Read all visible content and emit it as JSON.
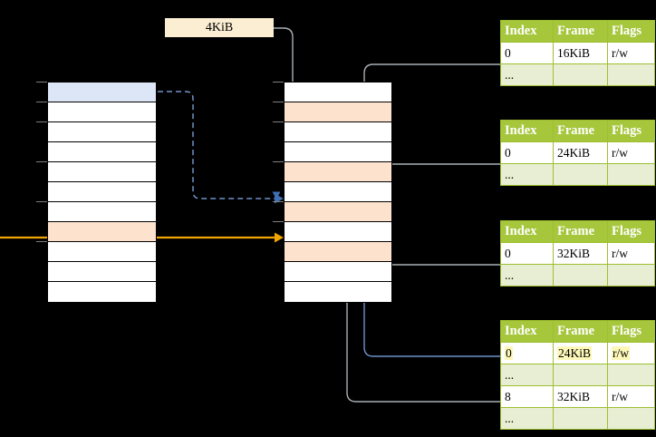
{
  "diagram": {
    "title_label": "4KiB",
    "virtual_column": {
      "name": "virtual-address-space-column",
      "row_count": 11,
      "rows": [
        {
          "index": 0,
          "fill": "blue",
          "label": ""
        },
        {
          "index": 1,
          "fill": "white",
          "label": ""
        },
        {
          "index": 2,
          "fill": "white",
          "label": ""
        },
        {
          "index": 3,
          "fill": "white",
          "label": ""
        },
        {
          "index": 4,
          "fill": "white",
          "label": ""
        },
        {
          "index": 5,
          "fill": "white",
          "label": ""
        },
        {
          "index": 6,
          "fill": "white",
          "label": ""
        },
        {
          "index": 7,
          "fill": "peach",
          "label": ""
        },
        {
          "index": 8,
          "fill": "white",
          "label": ""
        },
        {
          "index": 9,
          "fill": "white",
          "label": ""
        },
        {
          "index": 10,
          "fill": "white",
          "label": ""
        }
      ]
    },
    "physical_column": {
      "name": "physical-memory-column",
      "row_count": 11,
      "rows": [
        {
          "index": 0,
          "fill": "white",
          "label": ""
        },
        {
          "index": 1,
          "fill": "peach",
          "label": ""
        },
        {
          "index": 2,
          "fill": "white",
          "label": ""
        },
        {
          "index": 3,
          "fill": "white",
          "label": ""
        },
        {
          "index": 4,
          "fill": "peach",
          "label": ""
        },
        {
          "index": 5,
          "fill": "white",
          "label": ""
        },
        {
          "index": 6,
          "fill": "peach",
          "label": ""
        },
        {
          "index": 7,
          "fill": "white",
          "label": ""
        },
        {
          "index": 8,
          "fill": "peach",
          "label": ""
        },
        {
          "index": 9,
          "fill": "white",
          "label": ""
        },
        {
          "index": 10,
          "fill": "white",
          "label": ""
        }
      ]
    },
    "columns": [
      "Index",
      "Frame",
      "Flags"
    ],
    "page_tables": [
      {
        "name": "page-table-1",
        "headers": [
          "Index",
          "Frame",
          "Flags"
        ],
        "rows": [
          {
            "kind": "data",
            "index": "0",
            "frame": "16KiB",
            "flags": "r/w",
            "highlight": false
          },
          {
            "kind": "ellip",
            "index": "...",
            "frame": "",
            "flags": "",
            "highlight": false
          }
        ]
      },
      {
        "name": "page-table-2",
        "headers": [
          "Index",
          "Frame",
          "Flags"
        ],
        "rows": [
          {
            "kind": "data",
            "index": "0",
            "frame": "24KiB",
            "flags": "r/w",
            "highlight": false
          },
          {
            "kind": "ellip",
            "index": "...",
            "frame": "",
            "flags": "",
            "highlight": false
          }
        ]
      },
      {
        "name": "page-table-3",
        "headers": [
          "Index",
          "Frame",
          "Flags"
        ],
        "rows": [
          {
            "kind": "data",
            "index": "0",
            "frame": "32KiB",
            "flags": "r/w",
            "highlight": false
          },
          {
            "kind": "ellip",
            "index": "...",
            "frame": "",
            "flags": "",
            "highlight": false
          }
        ]
      },
      {
        "name": "page-table-4",
        "headers": [
          "Index",
          "Frame",
          "Flags"
        ],
        "rows": [
          {
            "kind": "data",
            "index": "0",
            "frame": "24KiB",
            "flags": "r/w",
            "highlight": true
          },
          {
            "kind": "ellip",
            "index": "...",
            "frame": "",
            "flags": "",
            "highlight": false
          },
          {
            "kind": "data",
            "index": "8",
            "frame": "32KiB",
            "flags": "r/w",
            "highlight": false
          },
          {
            "kind": "ellip",
            "index": "...",
            "frame": "",
            "flags": "",
            "highlight": false
          }
        ]
      }
    ],
    "colors": {
      "background": "#000000",
      "header_green": "#a6c63c",
      "row_alt_green": "#e8eed3",
      "highlight_yellow": "#fdf7b8",
      "label_cream": "#fbeed2",
      "fill_blue": "#dce6f7",
      "fill_peach": "#fde3ce",
      "arrow_blue": "#4a72b8",
      "arrow_orange": "#f0a500",
      "arrow_gray": "#c8c8c8",
      "wire_gray": "#a0a0a0"
    },
    "connectors": [
      {
        "name": "size-label-to-physical-row-1",
        "style": "solid-gray"
      },
      {
        "name": "virtual-row-0-to-physical-row-6",
        "style": "dashed-blue"
      },
      {
        "name": "virtual-row-7-to-physical-row-8",
        "style": "solid-orange"
      },
      {
        "name": "page-table-1-row0-to-physical-row-4",
        "style": "solid-gray"
      },
      {
        "name": "page-table-2-row0-to-physical-row-6",
        "style": "solid-gray"
      },
      {
        "name": "page-table-3-row0-to-physical-row-8",
        "style": "solid-gray"
      },
      {
        "name": "page-table-4-row0-to-physical-row-6",
        "style": "solid-blue"
      },
      {
        "name": "page-table-4-row8-to-physical-row-8",
        "style": "solid-gray"
      }
    ]
  }
}
